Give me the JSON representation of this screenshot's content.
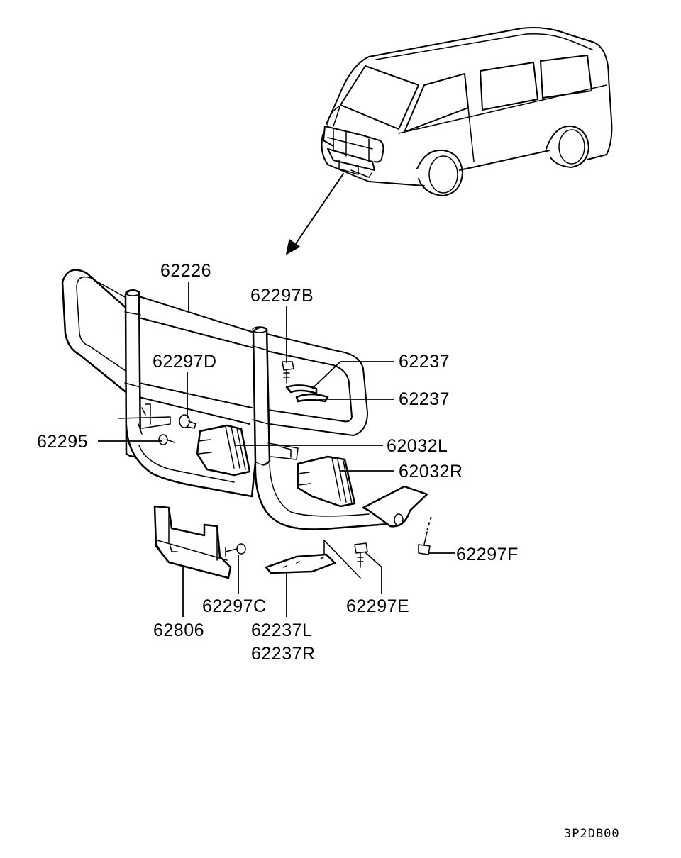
{
  "diagram": {
    "part_labels": [
      {
        "id": "p62226",
        "text": "62226"
      },
      {
        "id": "p62297B",
        "text": "62297B"
      },
      {
        "id": "p62237a",
        "text": "62237"
      },
      {
        "id": "p62237b",
        "text": "62237"
      },
      {
        "id": "p62297D",
        "text": "62297D"
      },
      {
        "id": "p62295",
        "text": "62295"
      },
      {
        "id": "p62032L",
        "text": "62032L"
      },
      {
        "id": "p62032R",
        "text": "62032R"
      },
      {
        "id": "p62297F",
        "text": "62297F"
      },
      {
        "id": "p62297C",
        "text": "62297C"
      },
      {
        "id": "p62297E",
        "text": "62297E"
      },
      {
        "id": "p62806",
        "text": "62806"
      },
      {
        "id": "p62237L",
        "text": "62237L"
      },
      {
        "id": "p62237R",
        "text": "62237R"
      }
    ],
    "drawing_code": "3P2DB00",
    "colors": {
      "line": "#000000",
      "background": "#ffffff"
    }
  }
}
